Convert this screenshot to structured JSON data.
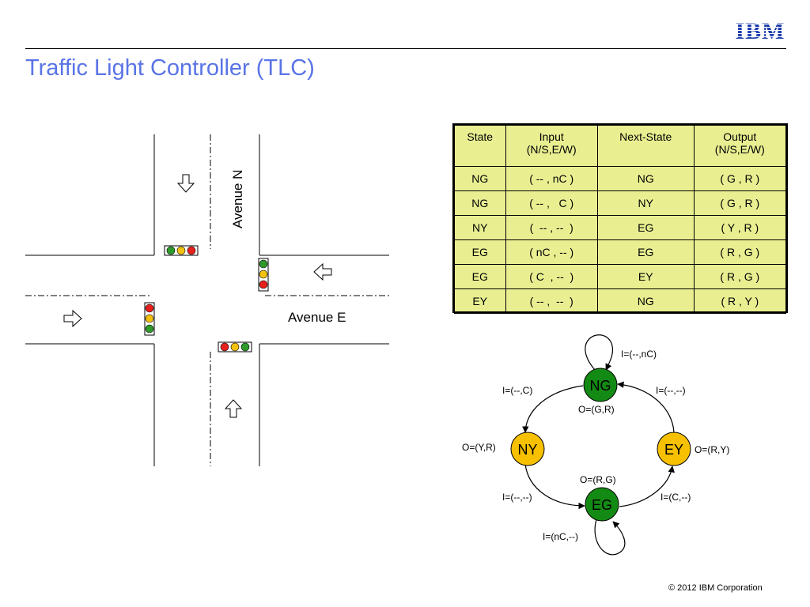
{
  "header": {
    "logo": "IBM",
    "title": "Traffic Light Controller (TLC)"
  },
  "intersection": {
    "avenue_n_label": "Avenue N",
    "avenue_e_label": "Avenue E",
    "arrow_icons": [
      "arrow-down-icon",
      "arrow-left-icon",
      "arrow-right-icon",
      "arrow-up-icon"
    ],
    "colors": {
      "red": "#e8201c",
      "yellow": "#f4c20d",
      "green": "#2e9a2a"
    }
  },
  "table": {
    "headers": [
      "State",
      "Input\n(N/S,E/W)",
      "Next-State",
      "Output\n(N/S,E/W)"
    ],
    "rows": [
      [
        "NG",
        "( -- , nC )",
        "NG",
        "( G , R )"
      ],
      [
        "NG",
        "( -- ,   C )",
        "NY",
        "( G , R )"
      ],
      [
        "NY",
        "(  -- , --  )",
        "EG",
        "( Y , R )"
      ],
      [
        "EG",
        "( nC , -- )",
        "EG",
        "( R , G )"
      ],
      [
        "EG",
        "( C  , --  )",
        "EY",
        "( R , G )"
      ],
      [
        "EY",
        "( -- ,  --  )",
        "NG",
        "( R , Y )"
      ]
    ],
    "background": "#e9ef91"
  },
  "fsm": {
    "states": [
      {
        "name": "NG",
        "color": "#138a13",
        "output": "O=(G,R)"
      },
      {
        "name": "NY",
        "color": "#f7c000",
        "output": "O=(Y,R)"
      },
      {
        "name": "EY",
        "color": "#f7c000",
        "output": "O=(R,Y)"
      },
      {
        "name": "EG",
        "color": "#138a13",
        "output": "O=(R,G)"
      }
    ],
    "transitions": {
      "ng_self": "I=(--,nC)",
      "ng_to_ny": "I=(--,C)",
      "ey_to_ng": "I=(--,--)",
      "ny_to_eg": "I=(--,--)",
      "eg_to_ey": "I=(C,--)",
      "eg_self": "I=(nC,--)"
    }
  },
  "footer": {
    "copyright": "© 2012 IBM Corporation"
  }
}
